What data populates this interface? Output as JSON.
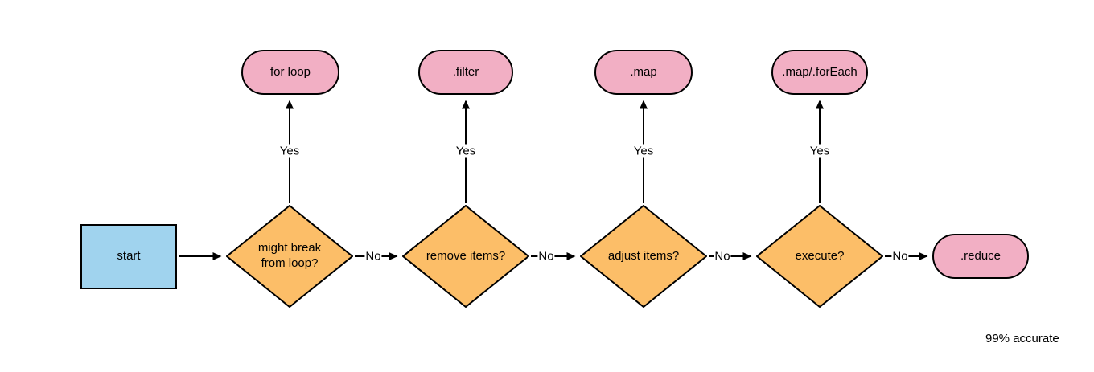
{
  "colors": {
    "process_fill": "#A0D3EE",
    "decision_fill": "#FCBE68",
    "terminal_fill": "#F2AFC4",
    "stroke": "#000000",
    "background": "#FFFFFF"
  },
  "flowchart": {
    "start": {
      "label": "start"
    },
    "decisions": [
      {
        "label": "might break from loop?",
        "yes_label": "Yes",
        "no_label": "No"
      },
      {
        "label": "remove items?",
        "yes_label": "Yes",
        "no_label": "No"
      },
      {
        "label": "adjust items?",
        "yes_label": "Yes",
        "no_label": "No"
      },
      {
        "label": "execute?",
        "yes_label": "Yes",
        "no_label": "No"
      }
    ],
    "terminals": [
      {
        "label": "for loop"
      },
      {
        "label": ".filter"
      },
      {
        "label": ".map"
      },
      {
        "label": ".map/.forEach"
      },
      {
        "label": ".reduce"
      }
    ]
  },
  "footnote": "99% accurate"
}
